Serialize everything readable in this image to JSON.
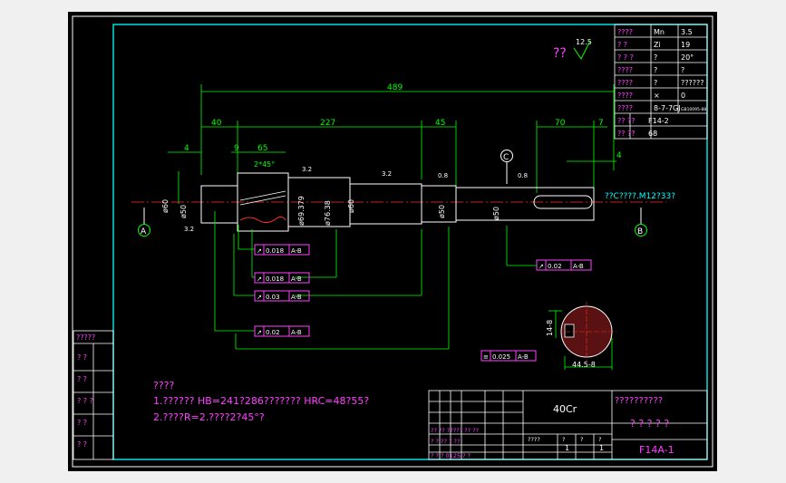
{
  "dimensions": {
    "overall_length": "489",
    "len_40": "40",
    "len_227": "227",
    "len_45": "45",
    "len_70": "70",
    "len_7": "7",
    "len_4_left": "4",
    "len_9": "9",
    "len_65": "65",
    "len_4_right": "4",
    "chamfer": "2*45°",
    "dia_60_left": "ø60",
    "dia_50_left": "ø50",
    "dia_69": "ø69.379",
    "dia_76": "ø76.38",
    "dia_60_mid": "ø60",
    "dia_50_mid": "ø50",
    "dia_50_right": "ø50",
    "key_depth": "14-8",
    "key_width": "44.5-8",
    "thread_note": "??C????.M12?33?"
  },
  "surface_note": "??",
  "surface_value": "12.5",
  "roughness_marks": [
    "3.2",
    "3.2",
    "0.8",
    "0.8",
    "3.2"
  ],
  "datum_labels": [
    "A",
    "B",
    "C"
  ],
  "tolerances": [
    {
      "symbol": "↗",
      "value": "0.018",
      "datum": "A-B"
    },
    {
      "symbol": "↗",
      "value": "0.018",
      "datum": "A-B"
    },
    {
      "symbol": "↗",
      "value": "0.03",
      "datum": "A-B"
    },
    {
      "symbol": "↗",
      "value": "0.02",
      "datum": "A-B"
    },
    {
      "symbol": "↗",
      "value": "0.02",
      "datum": "A-B"
    },
    {
      "symbol": "≡",
      "value": "0.025",
      "datum": "A-B"
    }
  ],
  "gear_table": [
    [
      "????",
      "Mn",
      "3.5"
    ],
    [
      "?   ?",
      "Zi",
      "19"
    ],
    [
      "?  ?  ?",
      "?",
      "20°"
    ],
    [
      "????",
      "?",
      "?"
    ],
    [
      "????",
      "?",
      "??????"
    ],
    [
      "????",
      "×",
      "0"
    ],
    [
      "????",
      "8-7-7GJ",
      "GB10095-88"
    ],
    [
      "?? ??",
      "F14-2",
      ""
    ],
    [
      "?? ??",
      "68",
      ""
    ]
  ],
  "tech_requirements": {
    "title": "????",
    "line1": "1.?????? HB=241?286??????? HRC=48?55?",
    "line2": "2.????R=2.????2?45°?"
  },
  "title_block": {
    "material": "40Cr",
    "company": "??????????",
    "part_name": "? ? ? ? ?",
    "drawing_no": "F14A-1",
    "scale": "1",
    "sheet": "1",
    "row_labels": [
      "?? ?? ????? ?? ??",
      "? ? ?? ? ??",
      "? ? ? 0125 ? ?"
    ],
    "stage_labels": [
      "????",
      "?",
      "?",
      "?"
    ]
  },
  "left_stamp": [
    "?????",
    "?   ?",
    "?   ?",
    "? ? ?",
    "?   ?",
    "?   ?"
  ]
}
